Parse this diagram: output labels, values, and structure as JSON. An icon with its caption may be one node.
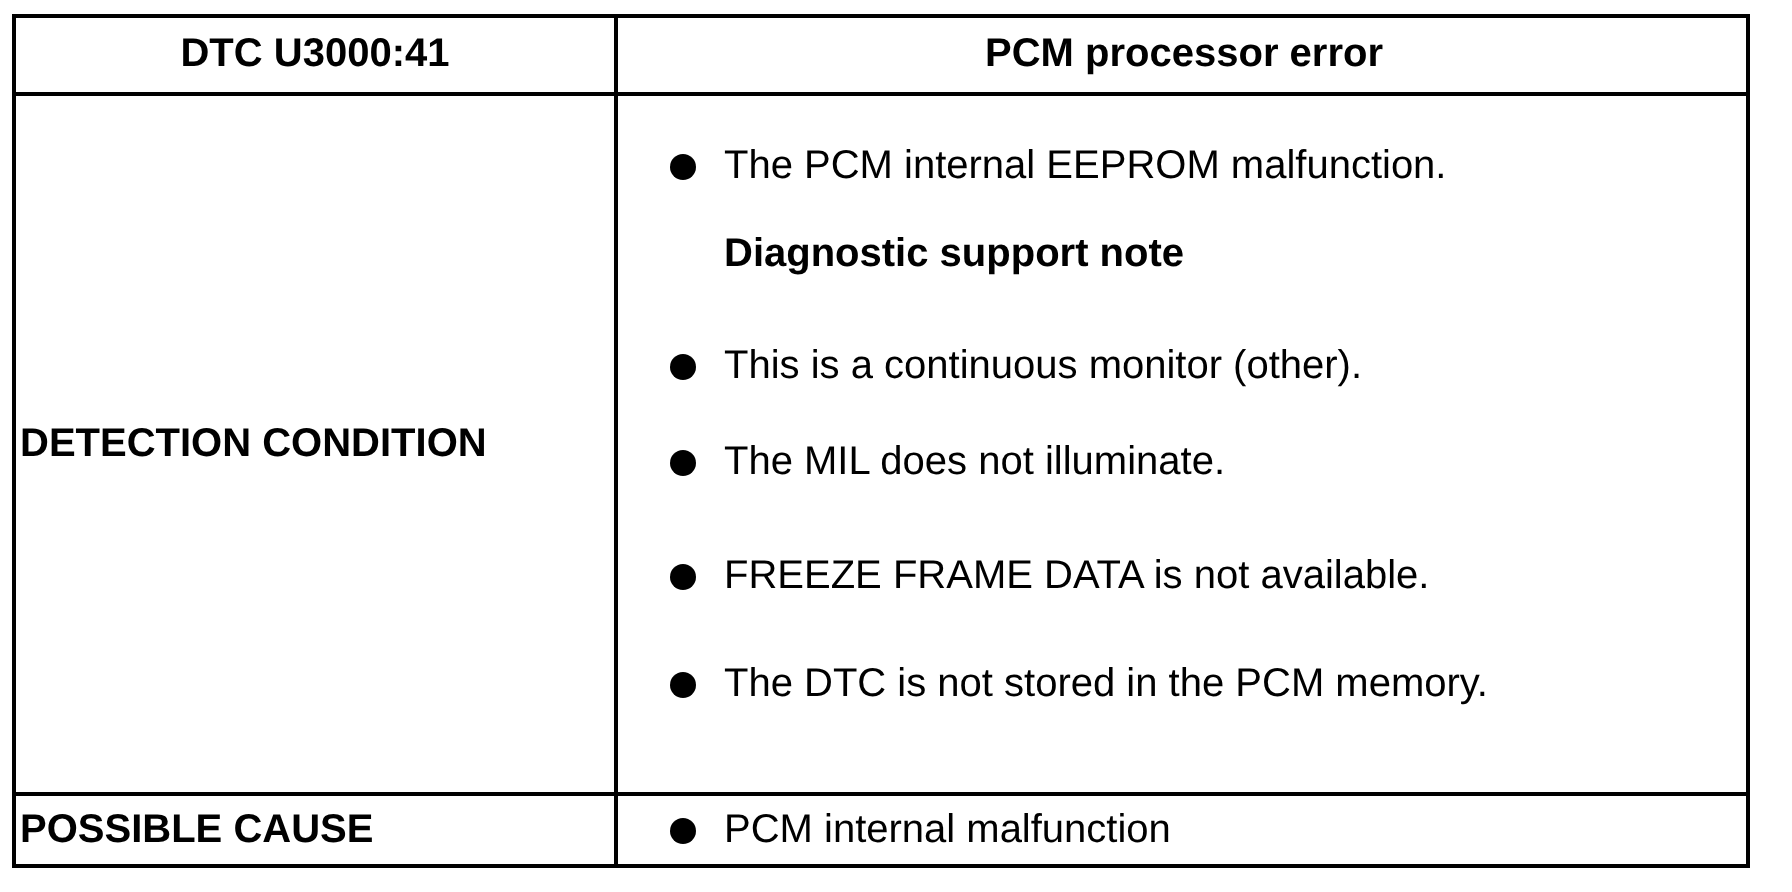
{
  "diagram": {
    "labels": [
      "DTC U3000:41",
      "PCM processor error",
      "DETECTION CONDITION",
      "The PCM internal EEPROM malfunction.",
      "Diagnostic support note",
      "This is a continuous monitor (other).",
      "The MIL does not illuminate.",
      "FREEZE FRAME DATA is not available.",
      "The DTC is not stored in the PCM memory.",
      "POSSIBLE CAUSE",
      "PCM internal malfunction"
    ]
  }
}
